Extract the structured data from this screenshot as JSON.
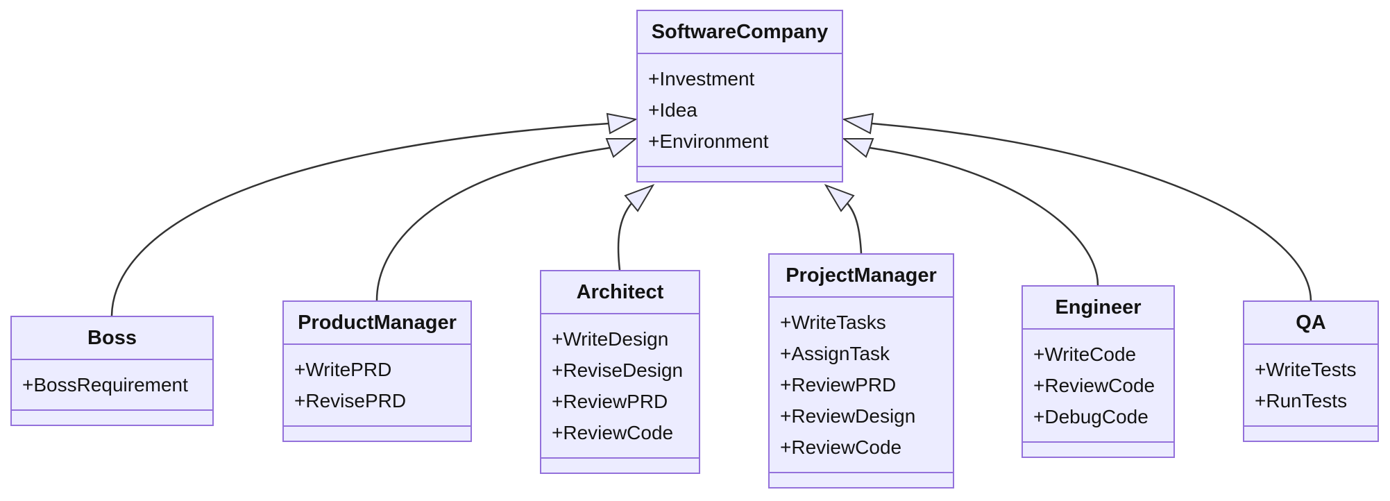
{
  "diagram": {
    "type": "uml-class-diagram",
    "colors": {
      "class_fill": "#ECECFF",
      "class_border": "#9370DB",
      "edge_color": "#333333",
      "text_color": "#131313",
      "background": "#FFFFFF"
    },
    "classes": [
      {
        "name": "SoftwareCompany",
        "attributes": [
          "+Investment",
          "+Idea",
          "+Environment"
        ],
        "methods": []
      },
      {
        "name": "Boss",
        "attributes": [
          "+BossRequirement"
        ],
        "methods": []
      },
      {
        "name": "ProductManager",
        "attributes": [
          "+WritePRD",
          "+RevisePRD"
        ],
        "methods": []
      },
      {
        "name": "Architect",
        "attributes": [
          "+WriteDesign",
          "+ReviseDesign",
          "+ReviewPRD",
          "+ReviewCode"
        ],
        "methods": []
      },
      {
        "name": "ProjectManager",
        "attributes": [
          "+WriteTasks",
          "+AssignTask",
          "+ReviewPRD",
          "+ReviewDesign",
          "+ReviewCode"
        ],
        "methods": []
      },
      {
        "name": "Engineer",
        "attributes": [
          "+WriteCode",
          "+ReviewCode",
          "+DebugCode"
        ],
        "methods": []
      },
      {
        "name": "QA",
        "attributes": [
          "+WriteTests",
          "+RunTests"
        ],
        "methods": []
      }
    ],
    "relationships": [
      {
        "from": "Boss",
        "to": "SoftwareCompany",
        "type": "inheritance"
      },
      {
        "from": "ProductManager",
        "to": "SoftwareCompany",
        "type": "inheritance"
      },
      {
        "from": "Architect",
        "to": "SoftwareCompany",
        "type": "inheritance"
      },
      {
        "from": "ProjectManager",
        "to": "SoftwareCompany",
        "type": "inheritance"
      },
      {
        "from": "Engineer",
        "to": "SoftwareCompany",
        "type": "inheritance"
      },
      {
        "from": "QA",
        "to": "SoftwareCompany",
        "type": "inheritance"
      }
    ]
  }
}
